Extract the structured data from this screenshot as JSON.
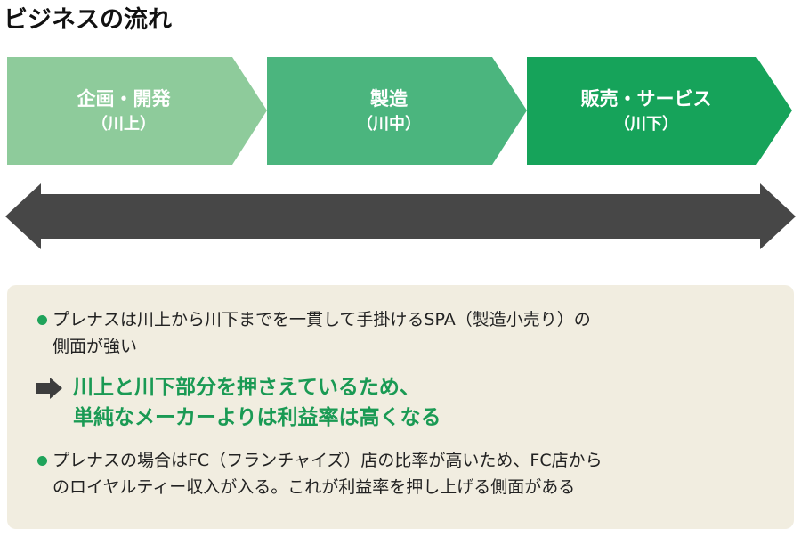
{
  "title": "ビジネスの流れ",
  "stages": [
    {
      "label": "企画・開発",
      "sub": "（川上）",
      "color": "#8ecb9b"
    },
    {
      "label": "製造",
      "sub": "（川中）",
      "color": "#4bb57e"
    },
    {
      "label": "販売・サービス",
      "sub": "（川下）",
      "color": "#16a35a"
    }
  ],
  "double_arrow_color": "#474747",
  "panel": {
    "background": "#f1ede0",
    "bullet1_line1": "プレナスは川上から川下までを一貫して手掛けるSPA（製造小売り）の",
    "bullet1_line2": "側面が強い",
    "highlight_line1": "川上と川下部分を押さえているため、",
    "highlight_line2": "単純なメーカーよりは利益率は高くなる",
    "bullet2_line1": "プレナスの場合はFC（フランチャイズ）店の比率が高いため、FC店から",
    "bullet2_line2": "のロイヤルティー収入が入る。これが利益率を押し上げる側面がある",
    "bullet_color": "#1fa35a",
    "highlight_color": "#1a9a54",
    "icons": [
      "bullet-dot-icon",
      "right-arrow-icon"
    ]
  }
}
